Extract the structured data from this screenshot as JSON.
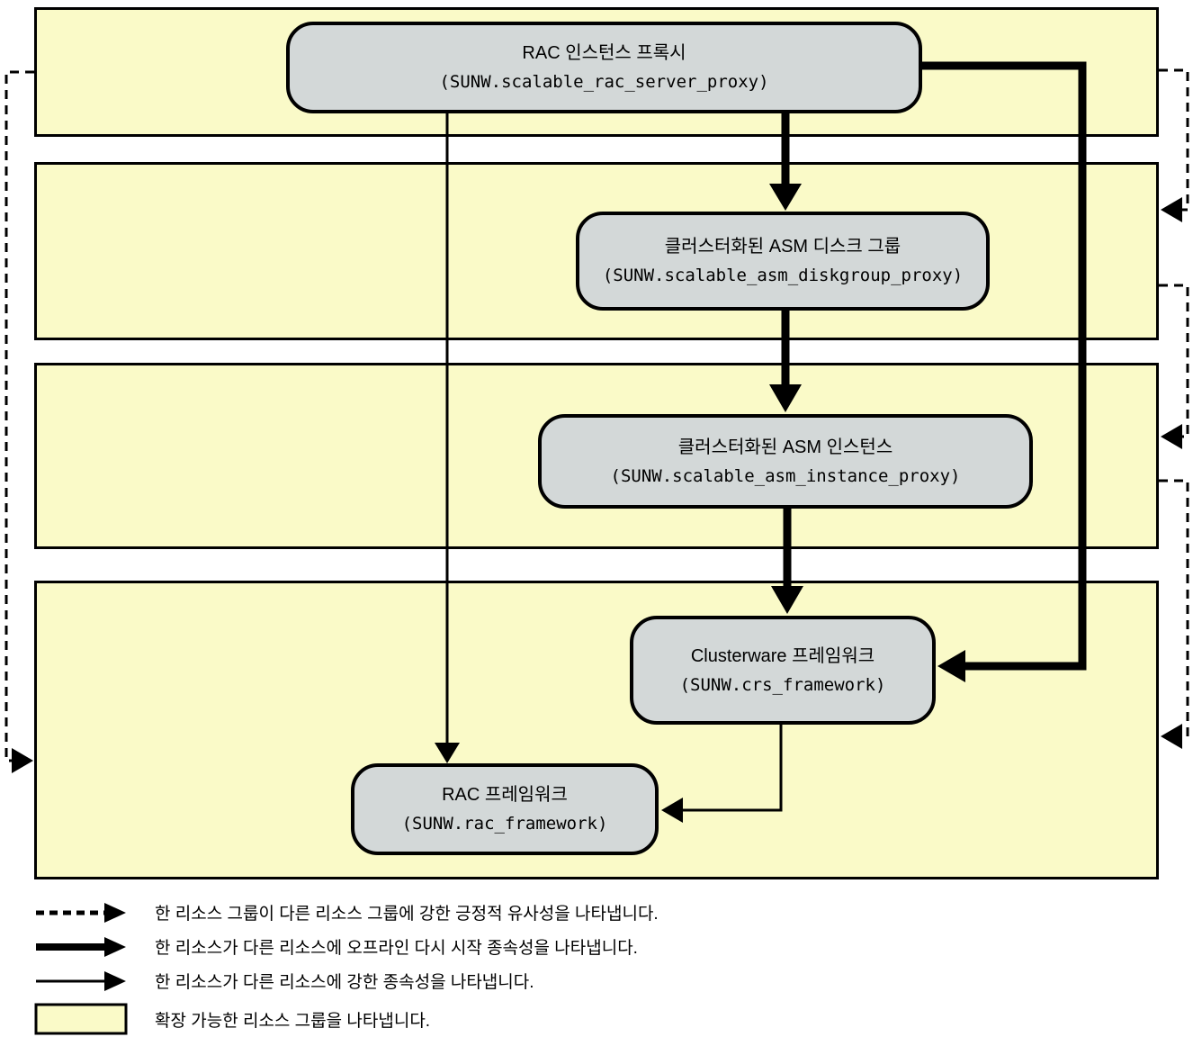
{
  "diagram": {
    "resources": [
      {
        "title": "RAC 인스턴스 프록시",
        "code": "(SUNW.scalable_rac_server_proxy)"
      },
      {
        "title": "클러스터화된 ASM 디스크 그룹",
        "code": "(SUNW.scalable_asm_diskgroup_proxy)"
      },
      {
        "title": "클러스터화된 ASM 인스턴스",
        "code": "(SUNW.scalable_asm_instance_proxy)"
      },
      {
        "title": "Clusterware 프레임워크",
        "code": "(SUNW.crs_framework)"
      },
      {
        "title": "RAC 프레임워크",
        "code": "(SUNW.rac_framework)"
      }
    ]
  },
  "legend": {
    "items": [
      {
        "marker": "dashed-arrow-icon",
        "text": "한 리소스 그룹이 다른 리소스 그룹에 강한 긍정적 유사성을 나타냅니다."
      },
      {
        "marker": "thick-arrow-icon",
        "text": "한 리소스가 다른 리소스에 오프라인 다시 시작 종속성을 나타냅니다."
      },
      {
        "marker": "thin-arrow-icon",
        "text": "한 리소스가 다른 리소스에 강한 종속성을 나타냅니다."
      },
      {
        "marker": "resource-group-swatch-icon",
        "text": "확장 가능한 리소스 그룹을 나타냅니다."
      }
    ]
  },
  "colors": {
    "group_fill": "#FAFAC8",
    "resource_fill": "#D3D8D8",
    "line_color": "#000000"
  }
}
